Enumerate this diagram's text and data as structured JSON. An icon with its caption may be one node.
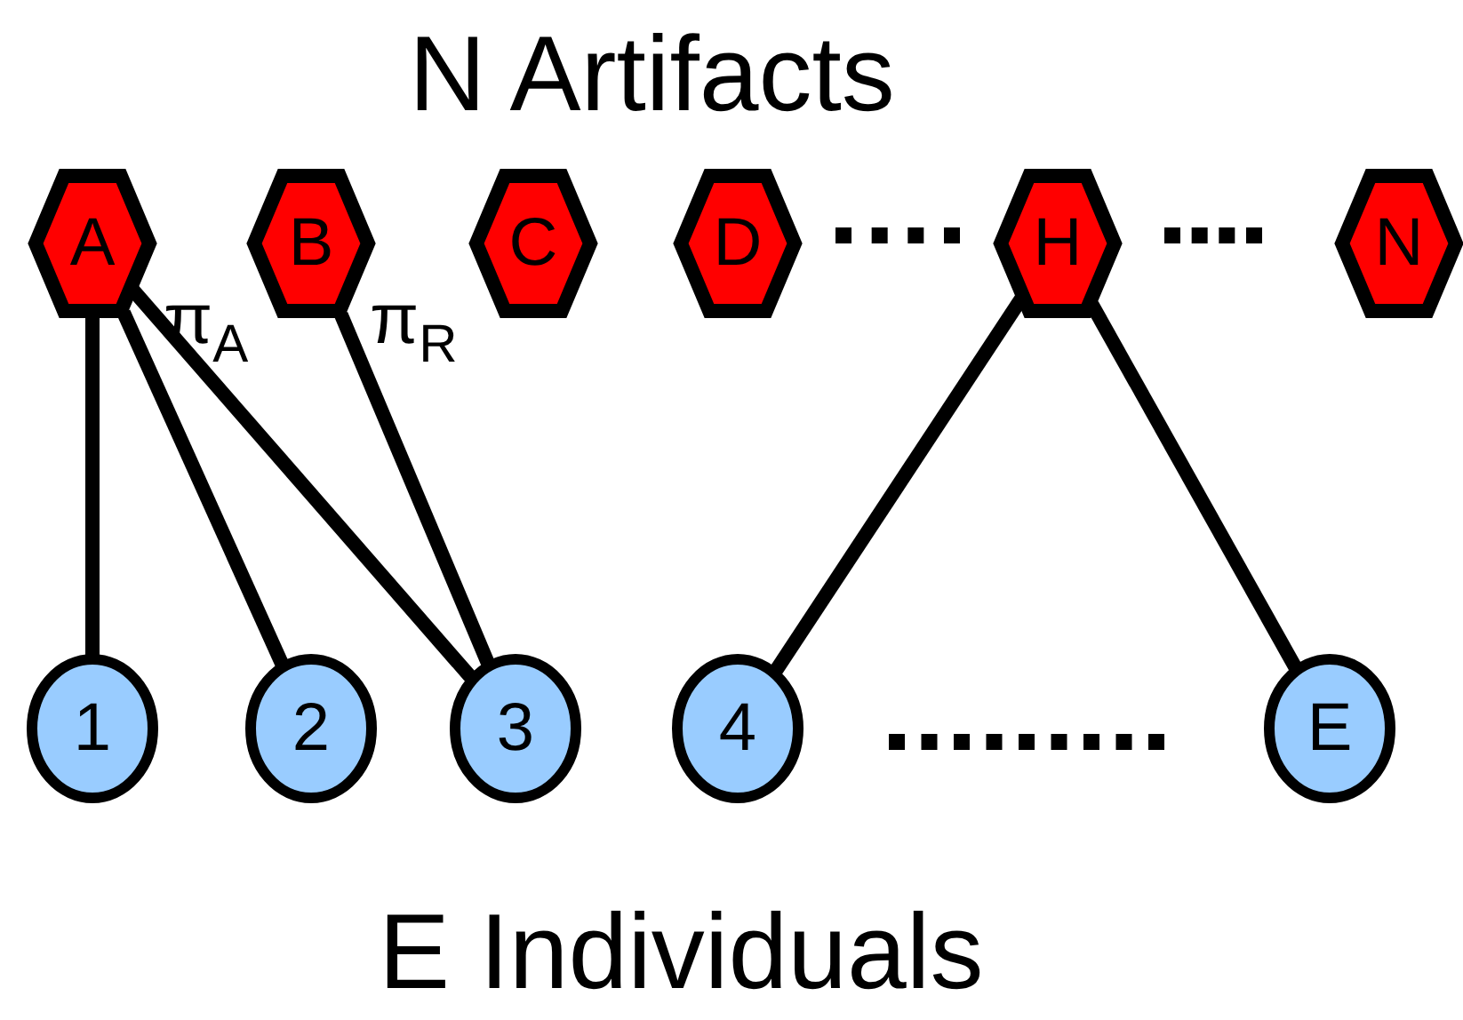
{
  "diagram": {
    "title": "N Artifacts",
    "caption": "E Individuals",
    "nodes": [
      {
        "text": [
          "A"
        ]
      },
      {
        "text": [
          "B"
        ]
      },
      {
        "text": [
          "C"
        ]
      },
      {
        "text": [
          "D"
        ]
      },
      {
        "text": [
          "H"
        ]
      },
      {
        "text": [
          "N"
        ]
      },
      {
        "text": [
          "1"
        ]
      },
      {
        "text": [
          "2"
        ]
      },
      {
        "text": [
          "3"
        ]
      },
      {
        "text": [
          "4"
        ]
      },
      {
        "text": [
          "E"
        ]
      }
    ],
    "edges": [
      {
        "from": 0,
        "to": 6,
        "arrow": "none"
      },
      {
        "from": 0,
        "to": 7,
        "arrow": "none"
      },
      {
        "from": 0,
        "to": 8,
        "arrow": "none"
      },
      {
        "from": 1,
        "to": 8,
        "arrow": "none"
      },
      {
        "from": 4,
        "to": 9,
        "arrow": "none"
      },
      {
        "from": 4,
        "to": 10,
        "arrow": "none"
      }
    ],
    "labels": [
      "π$_{A}$",
      "π$_{R}$"
    ]
  }
}
